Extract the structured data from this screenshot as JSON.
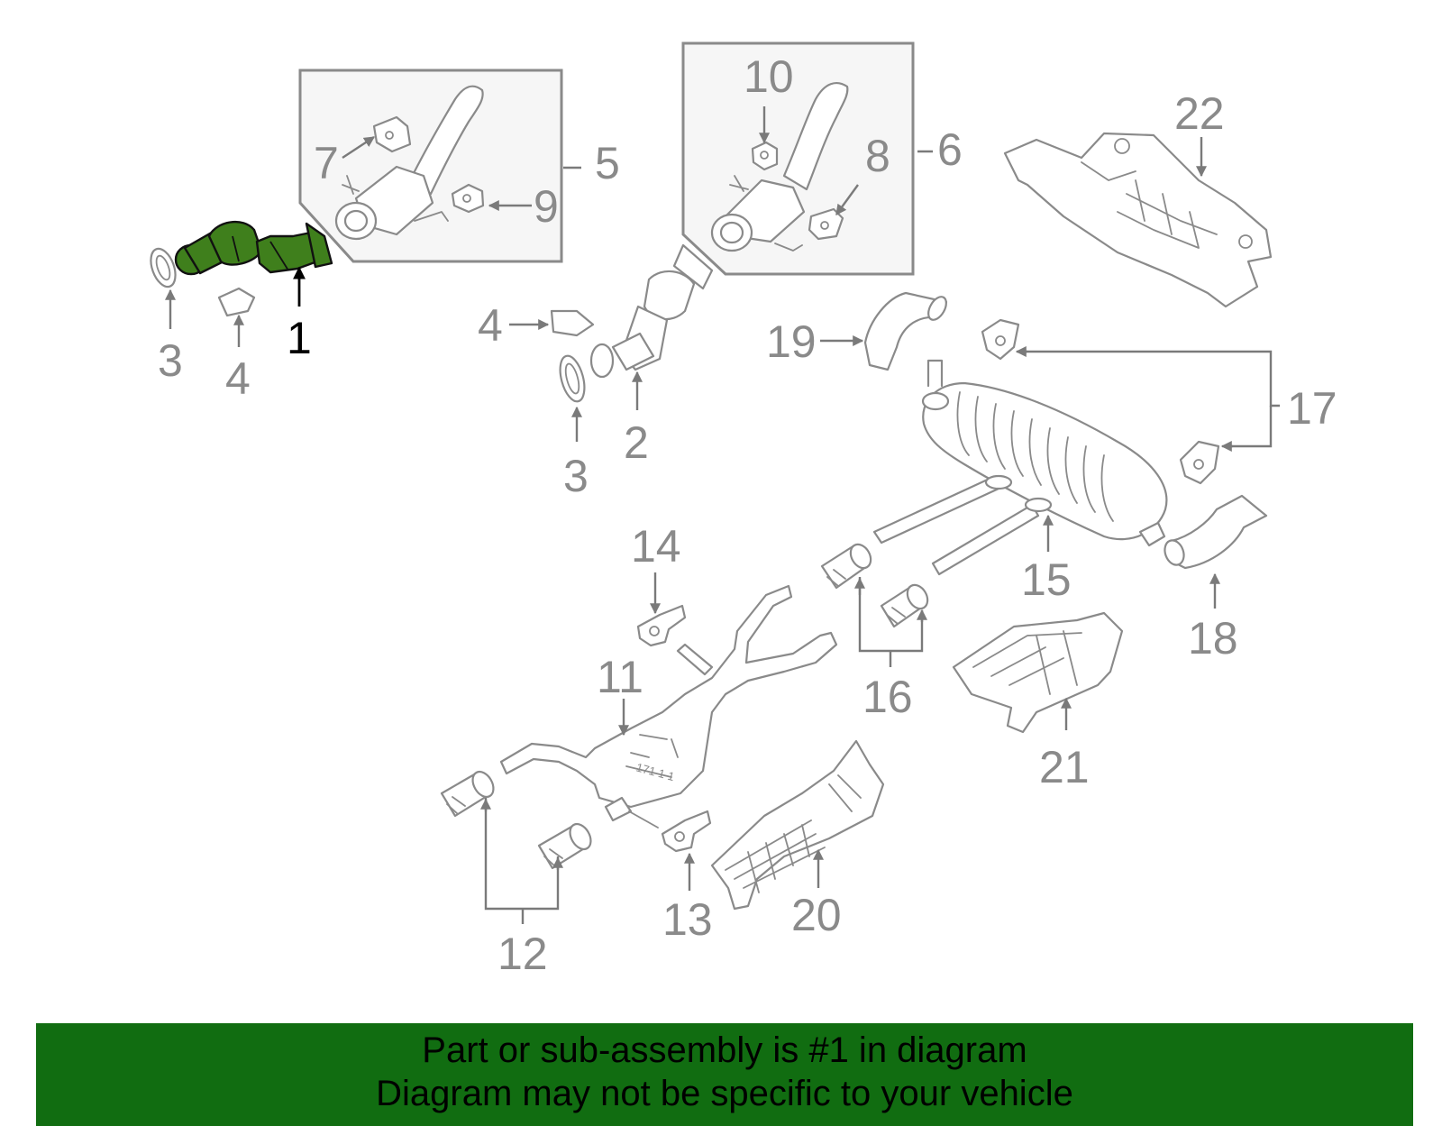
{
  "callouts": {
    "c1": "1",
    "c2": "2",
    "c3a": "3",
    "c3b": "3",
    "c4a": "4",
    "c4b": "4",
    "c5": "5",
    "c6": "6",
    "c7": "7",
    "c8": "8",
    "c9": "9",
    "c10": "10",
    "c11": "11",
    "c12": "12",
    "c13": "13",
    "c14": "14",
    "c15": "15",
    "c16": "16",
    "c17": "17",
    "c18": "18",
    "c19": "19",
    "c20": "20",
    "c21": "21",
    "c22": "22"
  },
  "banner": {
    "line1": "Part or sub-assembly is #1 in diagram",
    "line2": "Diagram may not be specific to your vehicle"
  },
  "colors": {
    "highlight": "#3f7f1c",
    "banner": "#116d11",
    "line": "#8a8a8a"
  }
}
